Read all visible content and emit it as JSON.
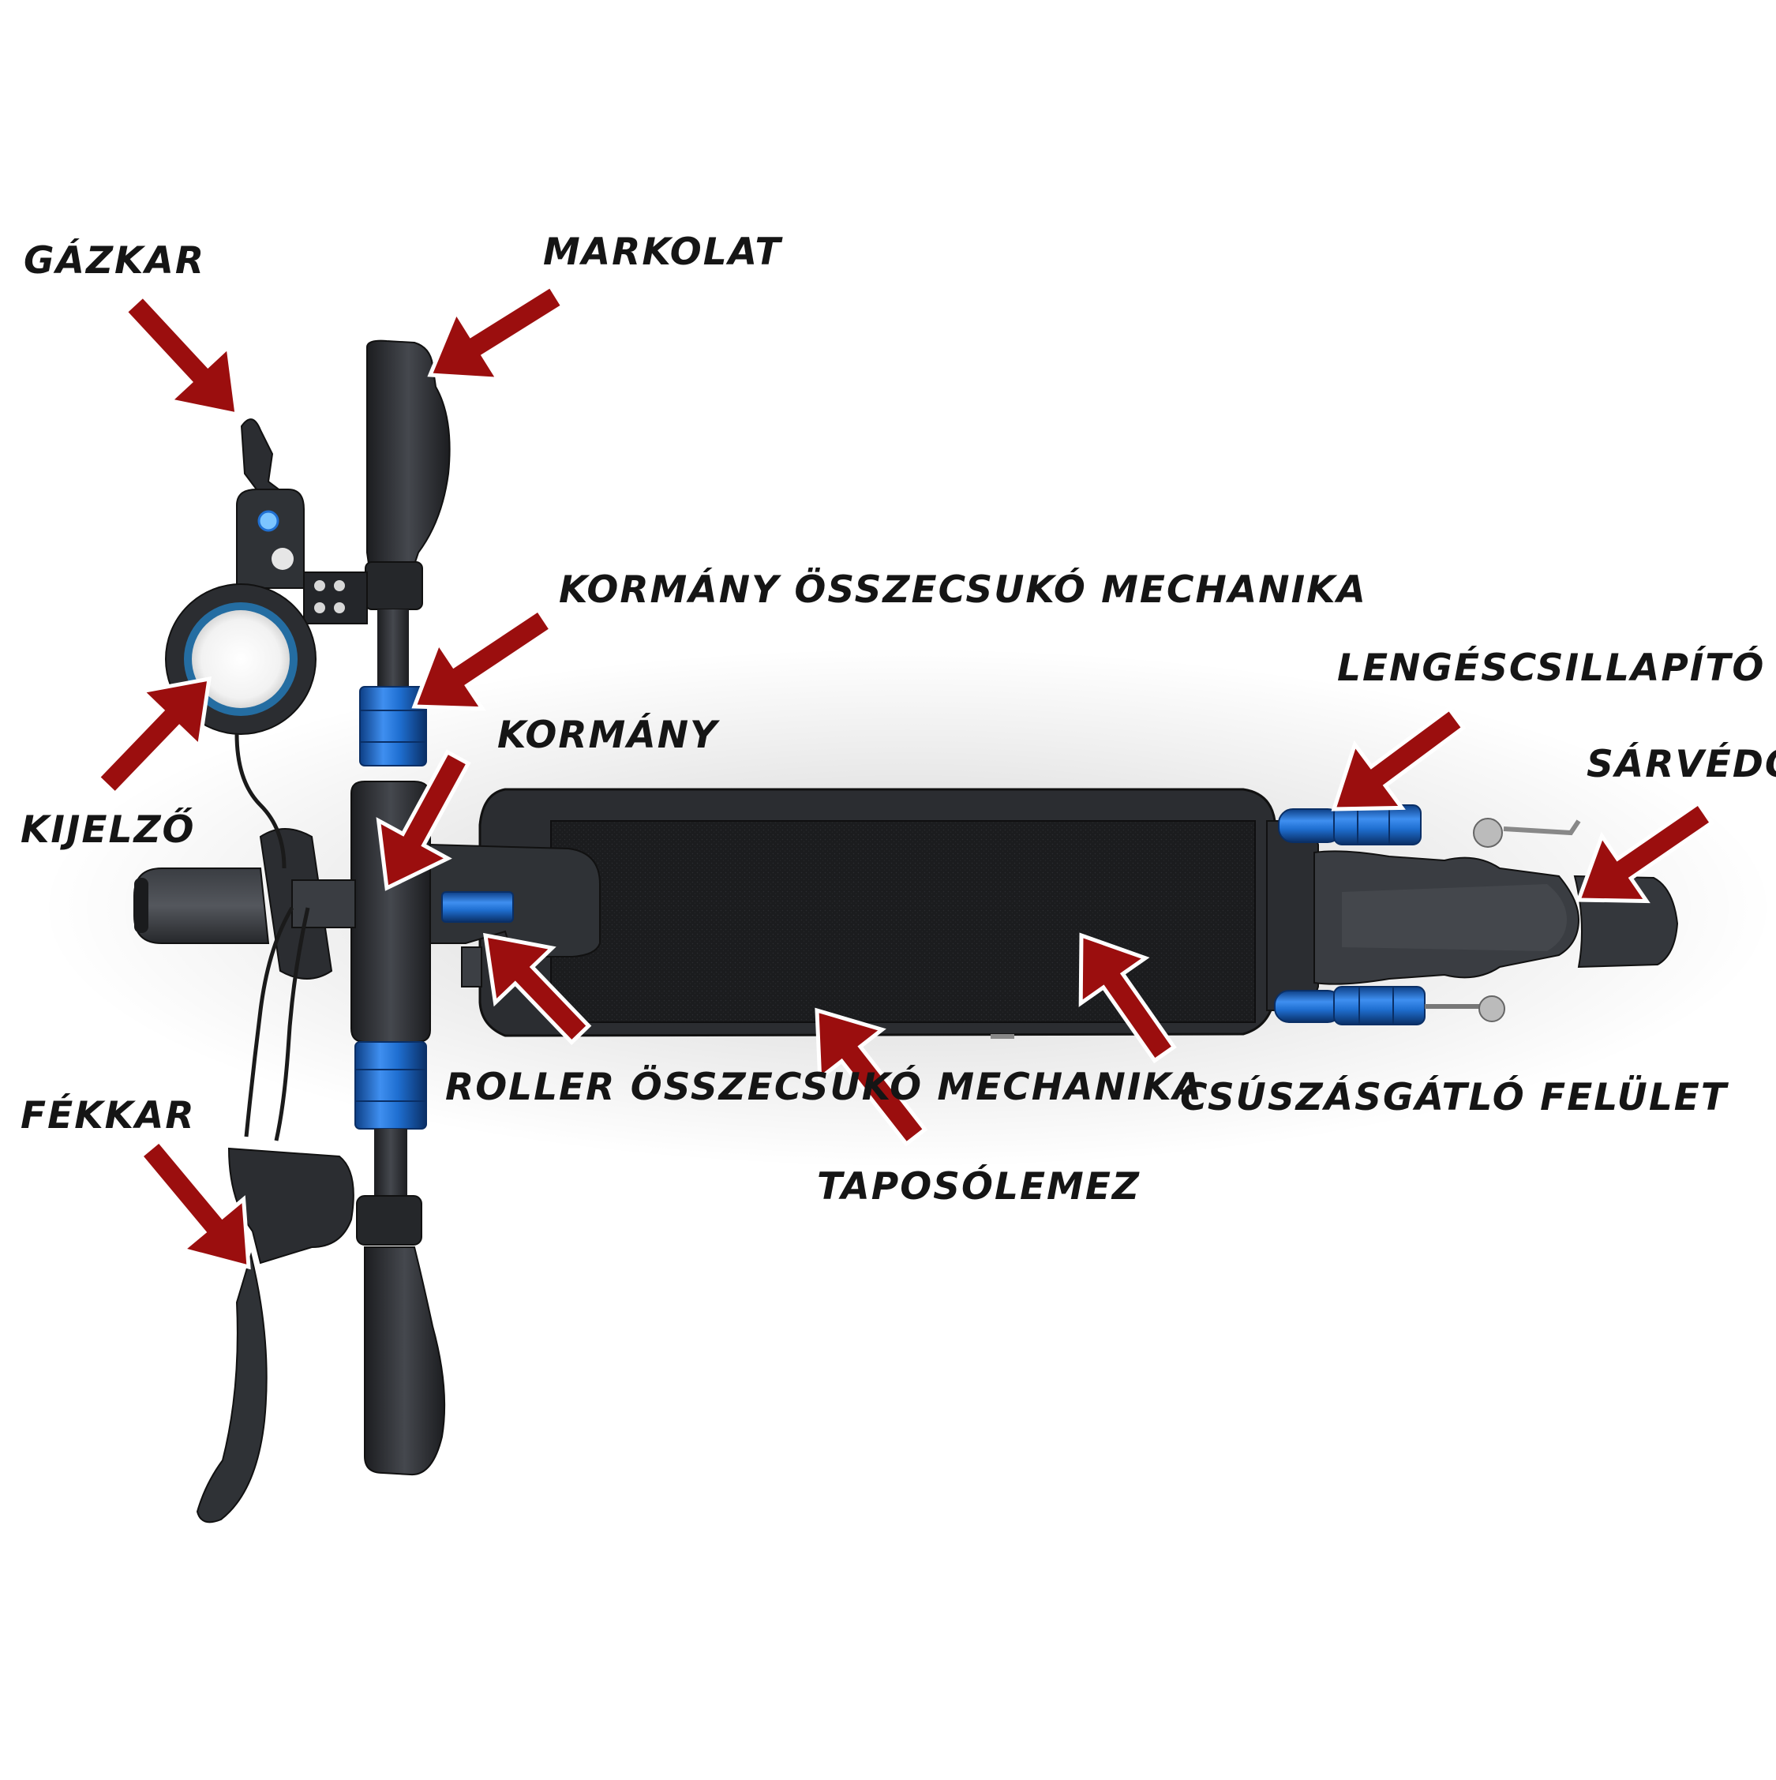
{
  "labels": {
    "gazkar": "GÁZKAR",
    "markolat": "MARKOLAT",
    "kormany_mechanika": "KORMÁNY ÖSSZECSUKÓ MECHANIKA",
    "kormany": "KORMÁNY",
    "kijelzo": "KIJELZŐ",
    "lengescsillapito": "LENGÉSCSILLAPÍTÓ",
    "sarvedo": "SÁRVÉDŐ",
    "roller_mechanika": "ROLLER ÖSSZECSUKÓ MECHANIKA",
    "csuszasgatlo": "CSÚSZÁSGÁTLÓ FELÜLET",
    "fekkar": "FÉKKAR",
    "taposolemez": "TAPOSÓLEMEZ"
  },
  "colors": {
    "arrow": "#9b0e0e",
    "accent_blue": "#1f6fd1",
    "frame": "#2b2d31",
    "deck_grip": "#1b1c1e",
    "background": "#ffffff"
  }
}
